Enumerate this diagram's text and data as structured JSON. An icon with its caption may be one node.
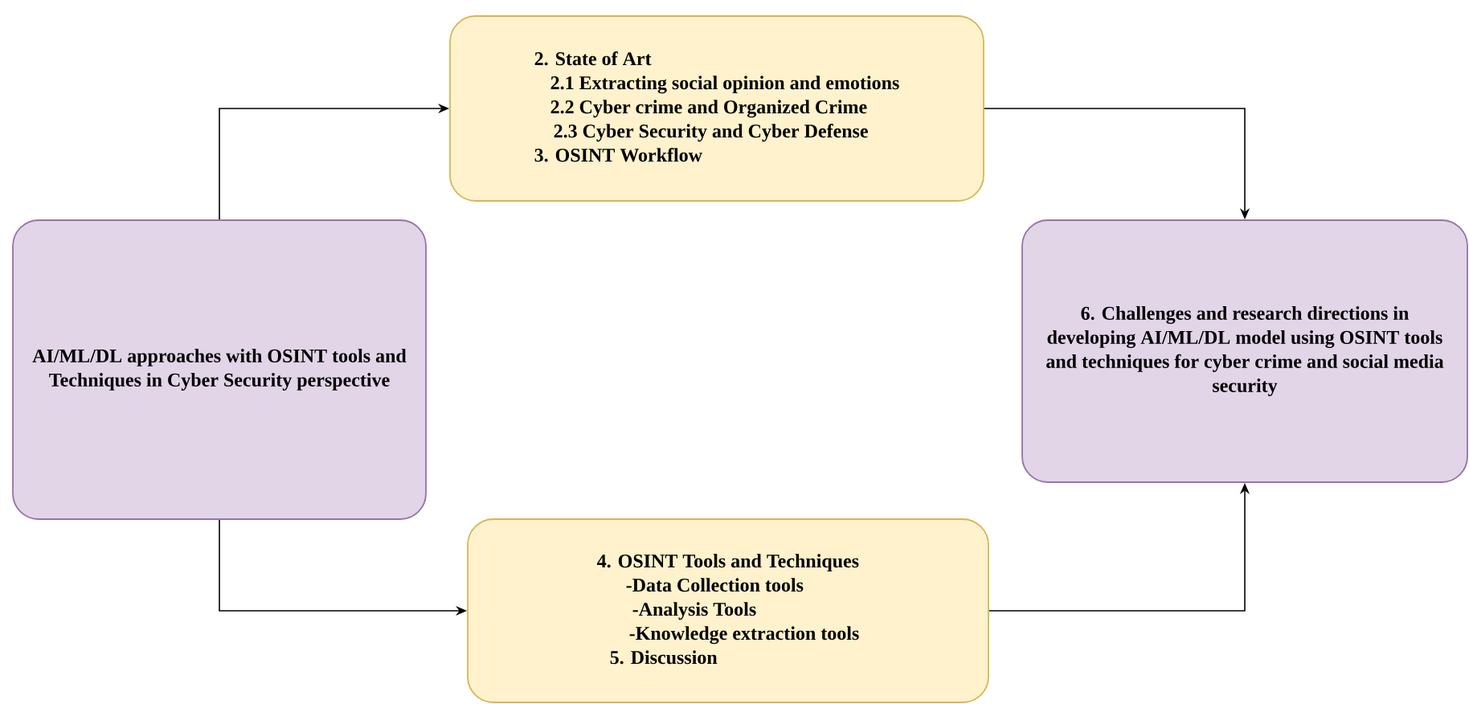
{
  "diagram": {
    "nodes": [
      {
        "text": [
          "AI/ML/DL approaches with OSINT tools and Techniques in Cyber Security perspective"
        ]
      },
      {
        "text": [
          "2. State of Art",
          "2.1 Extracting social opinion and emotions",
          "2.2 Cyber crime and Organized Crime",
          "2.3 Cyber Security and Cyber Defense",
          "3. OSINT Workflow"
        ]
      },
      {
        "text": [
          "6. Challenges and research directions in developing AI/ML/DL  model using OSINT tools and techniques for cyber crime and social media security"
        ]
      },
      {
        "text": [
          "4. OSINT Tools and Techniques",
          "-Data Collection tools",
          "-Analysis Tools",
          "-Knowledge extraction tools",
          "5. Discussion"
        ]
      }
    ],
    "edges": [
      {
        "from": 0,
        "to": 1,
        "arrow": "to"
      },
      {
        "from": 1,
        "to": 2,
        "arrow": "to"
      },
      {
        "from": 0,
        "to": 3,
        "arrow": "to"
      },
      {
        "from": 3,
        "to": 2,
        "arrow": "to"
      }
    ]
  }
}
